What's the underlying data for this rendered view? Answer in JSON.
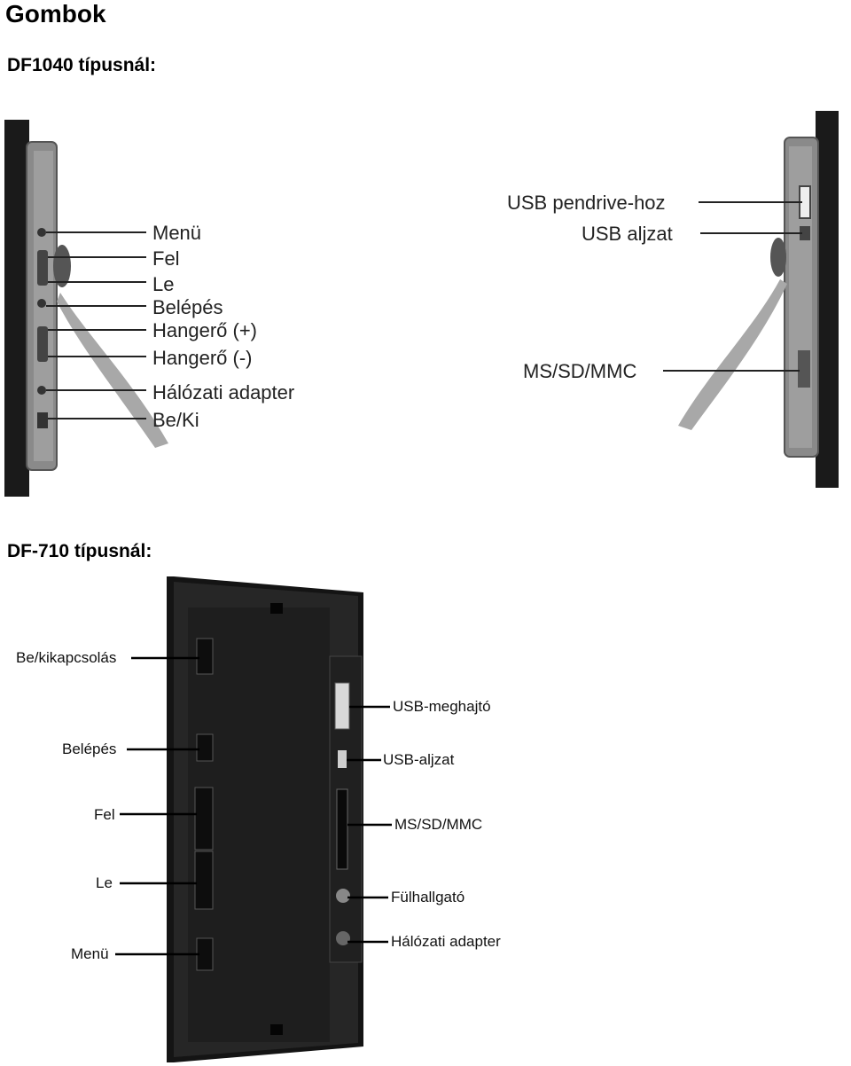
{
  "page": {
    "title": "Gombok",
    "section1_title": "DF1040 típusnál:",
    "section2_title": "DF-710 típusnál:"
  },
  "df1040": {
    "left_labels": [
      "Menü",
      "Fel",
      "Le",
      "Belépés",
      "Hangerő (+)",
      "Hangerő (-)",
      "Hálózati adapter",
      "Be/Ki"
    ],
    "right_labels": [
      "USB pendrive-hoz",
      "USB aljzat",
      "MS/SD/MMC"
    ]
  },
  "df710": {
    "left_labels": [
      "Be/kikapcsolás",
      "Belépés",
      "Fel",
      "Le",
      "Menü"
    ],
    "right_labels": [
      "USB-meghajtó",
      "USB-aljzat",
      "MS/SD/MMC",
      "Fülhallgató",
      "Hálózati adapter"
    ]
  }
}
